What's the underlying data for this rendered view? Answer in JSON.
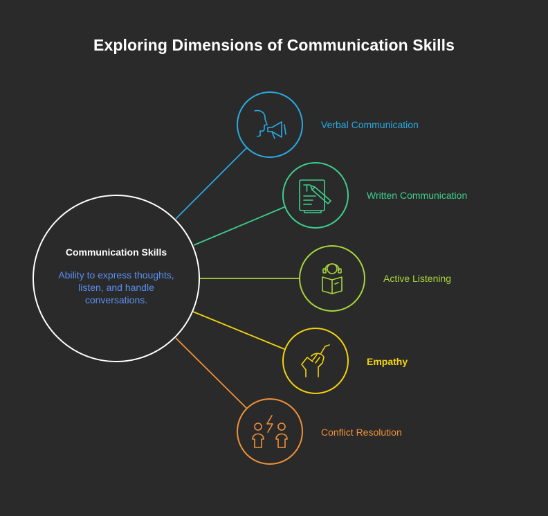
{
  "title": "Exploring Dimensions of Communication Skills",
  "center": {
    "title": "Communication Skills",
    "description": "Ability to express thoughts, listen, and handle conversations."
  },
  "nodes": [
    {
      "label": "Verbal Communication",
      "color": "#29abe2",
      "icon": "megaphone-speaker-icon"
    },
    {
      "label": "Written Communication",
      "color": "#3ecf8e",
      "icon": "document-pen-icon"
    },
    {
      "label": "Active Listening",
      "color": "#a8d63c",
      "icon": "reader-headphones-icon"
    },
    {
      "label": "Empathy",
      "color": "#f2d30f",
      "icon": "helping-hands-icon"
    },
    {
      "label": "Conflict Resolution",
      "color": "#f0913a",
      "icon": "conflict-people-icon"
    }
  ]
}
